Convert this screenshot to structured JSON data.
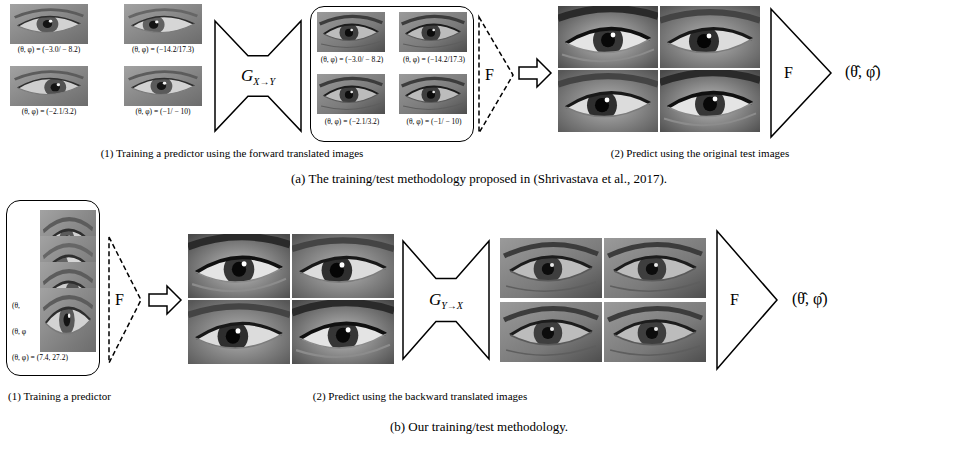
{
  "diagram": {
    "nodes": [
      {
        "text": [
          "G",
          "X→Y"
        ]
      },
      {
        "text": [
          "(θ, φ) = (−3.0/ − 8.2)",
          "(θ, φ) = (−14.2/17.3)",
          "(θ, φ) = (−2.1/3.2)",
          "(θ, φ) = (−1/ − 10)"
        ]
      },
      {
        "text": [
          "F"
        ]
      },
      {
        "text": [
          "F"
        ]
      },
      {
        "text": [
          "(θ,",
          "(θ, φ",
          "(θ, φ) = (7.4, 27.2)"
        ]
      },
      {
        "text": [
          "F"
        ]
      },
      {
        "text": [
          "G",
          "Y→X"
        ]
      },
      {
        "text": [
          "F"
        ]
      }
    ],
    "labels": [
      "(θ, φ) = (−3.0/ − 8.2)",
      "(θ, φ) = (−14.2/17.3)",
      "(θ, φ) = (−2.1/3.2)",
      "(θ, φ) = (−1/ − 10)",
      "(θ̂, φ̂)",
      "(1) Training a predictor using the forward translated images",
      "(2) Predict using the original test images",
      "(a) The training/test methodology proposed in (Shrivastava et al., 2017).",
      "(θ̂, φ̂)",
      "(1) Training a predictor",
      "(2) Predict using the backward translated images",
      "(b) Our training/test methodology."
    ]
  }
}
